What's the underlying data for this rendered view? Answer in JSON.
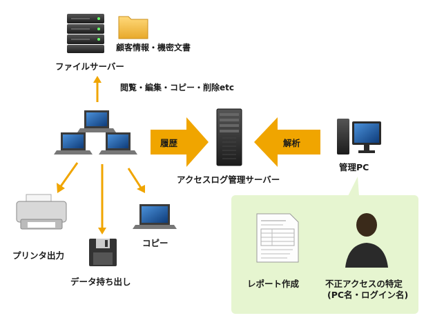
{
  "labels": {
    "file_server": "ファイルサーバー",
    "confidential": "顧客情報・機密文書",
    "operations": "閲覧・編集・コピー・削除etc",
    "history": "履歴",
    "analysis": "解析",
    "log_server": "アクセスログ管理サーバー",
    "admin_pc": "管理PC",
    "printer": "プリンタ出力",
    "data_removal": "データ持ち出し",
    "copy": "コピー",
    "report": "レポート作成",
    "identify_line1": "不正アクセスの特定",
    "identify_line2": "(PC名・ログイン名)"
  },
  "colors": {
    "arrow": "#f0a500",
    "panel": "#e6f5d0",
    "laptop": "#3a3a3a",
    "server": "#2a2a2a",
    "folder": "#f2c14e"
  },
  "icons": [
    "server-icon",
    "folder-icon",
    "laptop-icon",
    "tower-server-icon",
    "desktop-pc-icon",
    "printer-icon",
    "floppy-disk-icon",
    "document-icon",
    "person-icon"
  ]
}
